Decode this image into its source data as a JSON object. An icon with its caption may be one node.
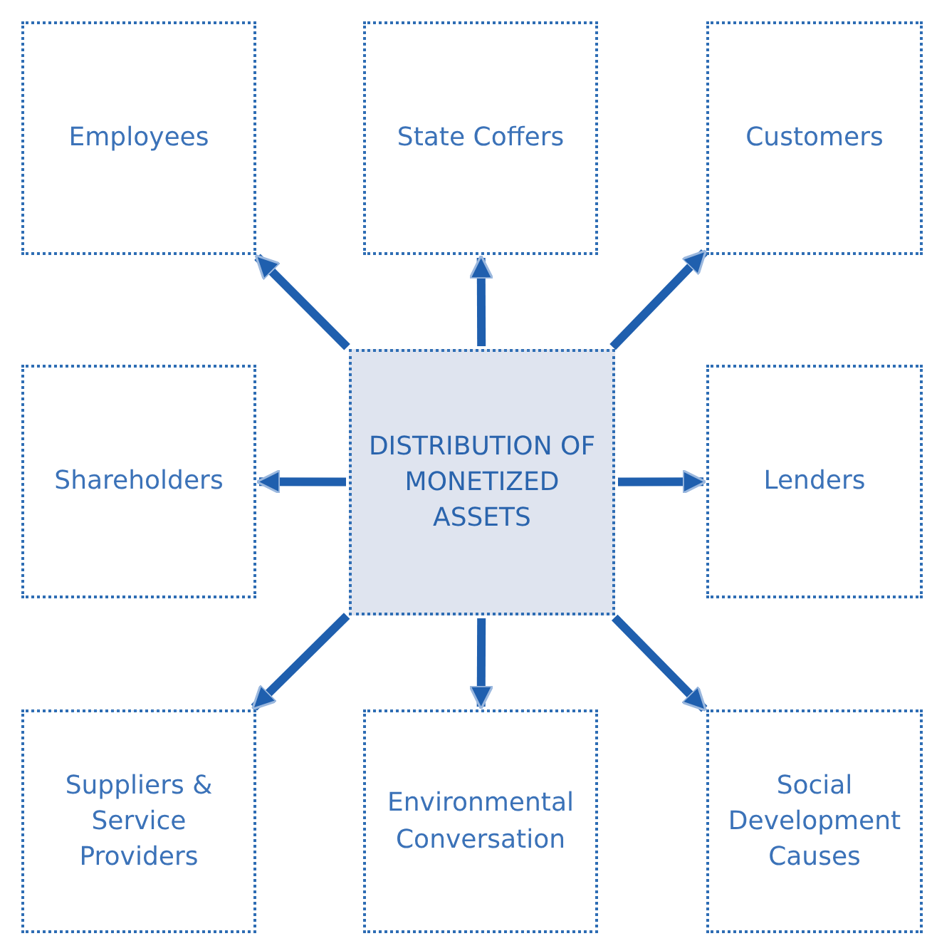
{
  "diagram": {
    "nodes": [
      {
        "text": [
          "Employees"
        ]
      },
      {
        "text": [
          "State Coffers"
        ]
      },
      {
        "text": [
          "Customers"
        ]
      },
      {
        "text": [
          "Shareholders"
        ]
      },
      {
        "text": [
          "DISTRIBUTION OF MONETIZED ASSETS"
        ]
      },
      {
        "text": [
          "Lenders"
        ]
      },
      {
        "text": [
          "Suppliers & Service Providers"
        ]
      },
      {
        "text": [
          "Environmental Conversation"
        ]
      },
      {
        "text": [
          "Social Development Causes"
        ]
      }
    ],
    "edges": [
      {
        "from": 4,
        "to": 0,
        "arrow": "to"
      },
      {
        "from": 4,
        "to": 1,
        "arrow": "to"
      },
      {
        "from": 4,
        "to": 2,
        "arrow": "to"
      },
      {
        "from": 4,
        "to": 3,
        "arrow": "to"
      },
      {
        "from": 4,
        "to": 5,
        "arrow": "to"
      },
      {
        "from": 4,
        "to": 6,
        "arrow": "to"
      },
      {
        "from": 4,
        "to": 7,
        "arrow": "to"
      },
      {
        "from": 4,
        "to": 8,
        "arrow": "to"
      }
    ]
  }
}
